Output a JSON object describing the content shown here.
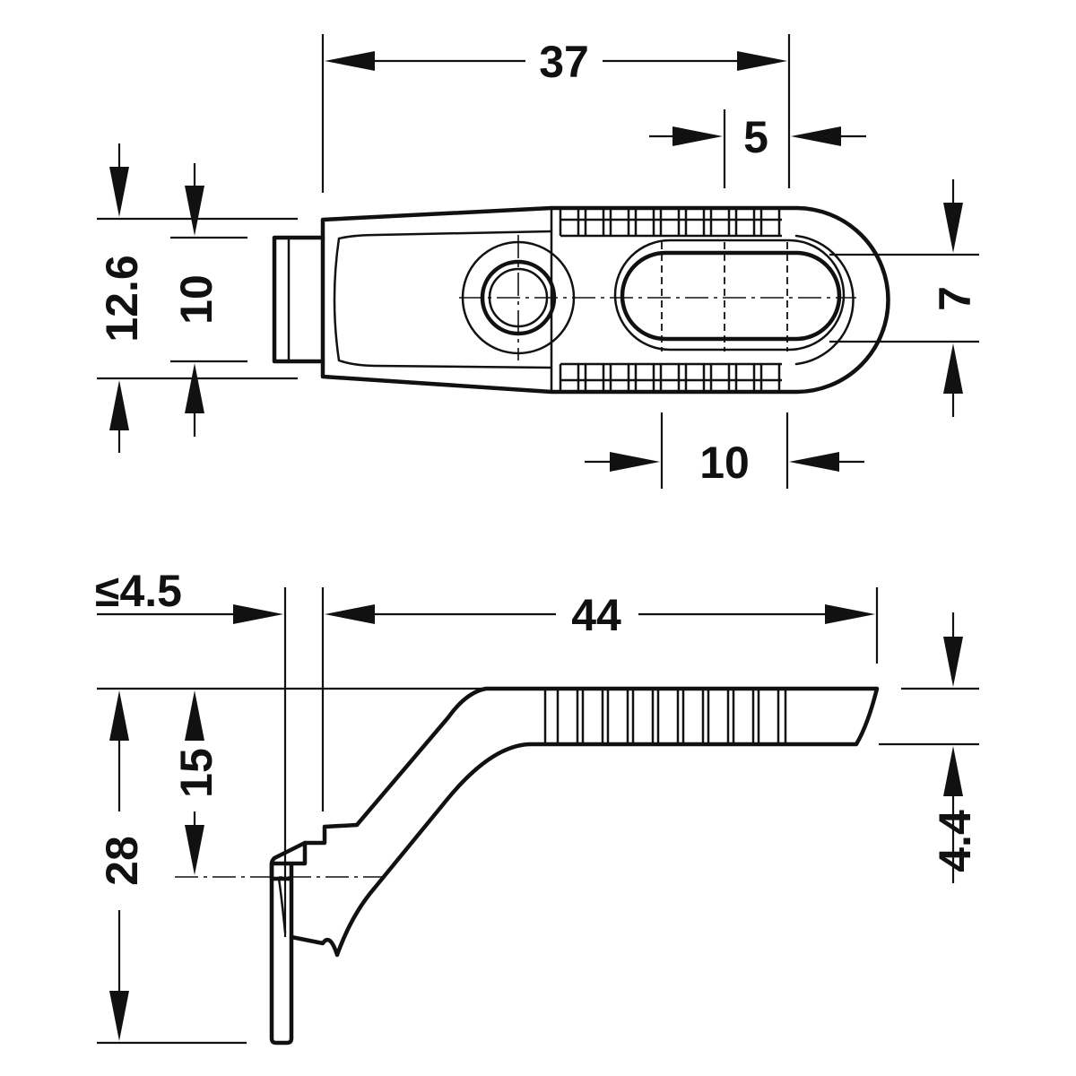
{
  "top_view": {
    "dimensions": {
      "overall_length": "37",
      "rib_pitch": "5",
      "slot_length": "10",
      "outer_height": "12.6",
      "inner_height": "10",
      "slot_width": "7"
    }
  },
  "side_view": {
    "dimensions": {
      "max_thickness": "≤4.5",
      "overall_length": "44",
      "total_height": "28",
      "step_height": "15",
      "arm_thickness": "4.4"
    }
  }
}
